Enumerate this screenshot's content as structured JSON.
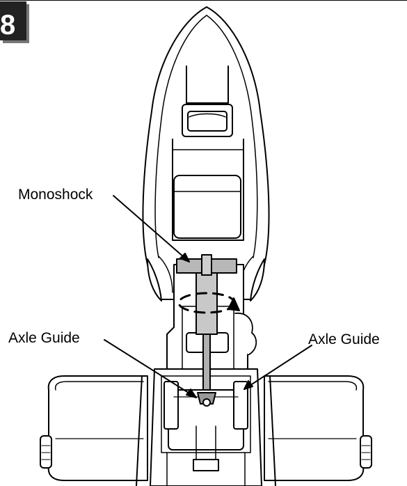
{
  "step_number": "8",
  "labels": {
    "monoshock": "Monoshock",
    "axle_guide_left": "Axle Guide",
    "axle_guide_right": "Axle Guide"
  }
}
